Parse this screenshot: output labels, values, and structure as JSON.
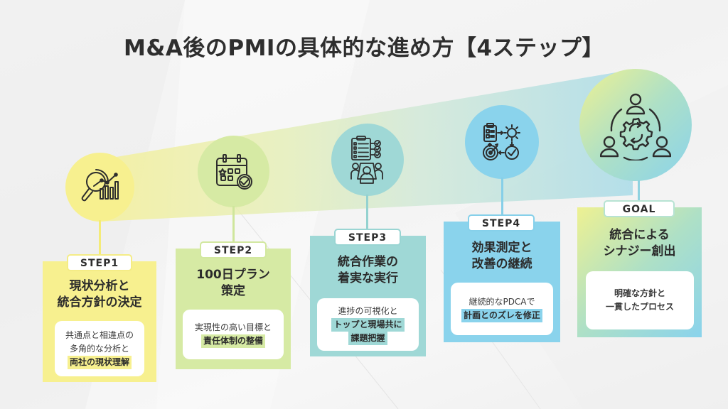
{
  "title": "M&A後のPMIの具体的な進め方【4ステップ】",
  "colors": {
    "step1": "#f7f08f",
    "step2": "#d6eaa4",
    "step3": "#9fd8d6",
    "step4": "#8ad3ec",
    "goal_from": "#eef192",
    "goal_to": "#8ad3ec"
  },
  "steps": [
    {
      "badge": "STEP1",
      "icon": "magnifier-chart-icon",
      "title_line1": "現状分析と",
      "title_line2": "統合方針の決定",
      "body_line1": "共通点と相違点の",
      "body_line2": "多角的な分析と",
      "body_highlight": "両社の現状理解"
    },
    {
      "badge": "STEP2",
      "icon": "calendar-check-icon",
      "title_line1": "100日プラン",
      "title_line2": "策定",
      "body_line1": "実現性の高い目標と",
      "body_highlight": "責任体制の整備"
    },
    {
      "badge": "STEP3",
      "icon": "checklist-team-icon",
      "title_line1": "統合作業の",
      "title_line2": "着実な実行",
      "body_line1": "進捗の可視化と",
      "body_highlight1": "トップと現場共に",
      "body_highlight2": "課題把握"
    },
    {
      "badge": "STEP4",
      "icon": "pdca-cycle-icon",
      "title_line1": "効果測定と",
      "title_line2": "改善の継続",
      "body_line1": "継続的なPDCAで",
      "body_highlight": "計画とのズレを修正"
    }
  ],
  "goal": {
    "badge": "GOAL",
    "icon": "team-synergy-gear-icon",
    "title_line1": "統合による",
    "title_line2": "シナジー創出",
    "body_line1": "明確な方針と",
    "body_line2": "一貫したプロセス"
  }
}
